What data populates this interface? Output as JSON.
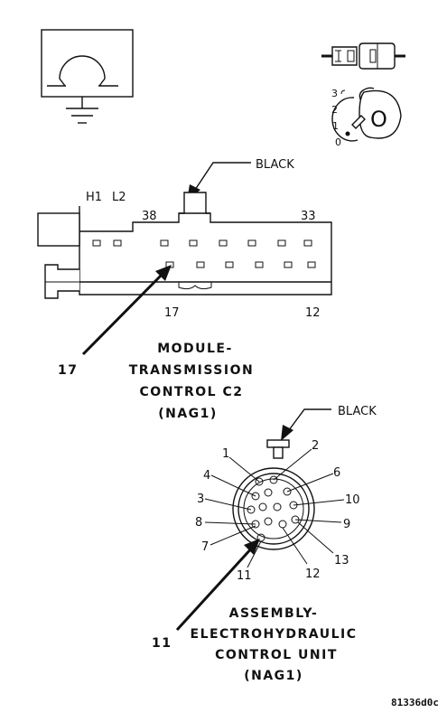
{
  "c2": {
    "wire_color": "BLACK",
    "label_h1": "H1",
    "label_l2": "L2",
    "label_38": "38",
    "label_33": "33",
    "label_17": "17",
    "label_12": "12",
    "callout": "17",
    "title_lines": [
      "MODULE-",
      "TRANSMISSION",
      "CONTROL C2",
      "(NAG1)"
    ]
  },
  "ehcu": {
    "wire_color": "BLACK",
    "pins": {
      "p1": "1",
      "p2": "2",
      "p3": "3",
      "p4": "4",
      "p6": "6",
      "p7": "7",
      "p8": "8",
      "p9": "9",
      "p10": "10",
      "p11": "11",
      "p12": "12",
      "p13": "13"
    },
    "callout": "11",
    "title_lines": [
      "ASSEMBLY-",
      "ELECTROHYDRAULIC",
      "CONTROL UNIT",
      "(NAG1)"
    ]
  },
  "ignition": {
    "positions": [
      "3",
      "2",
      "1",
      "0"
    ],
    "key_letter": "O"
  },
  "figure_code": "81336d0c",
  "icons": {
    "ground": "ground-symbol-icon",
    "connector": "connector-plug-icon",
    "ignition": "ignition-key-icon"
  }
}
